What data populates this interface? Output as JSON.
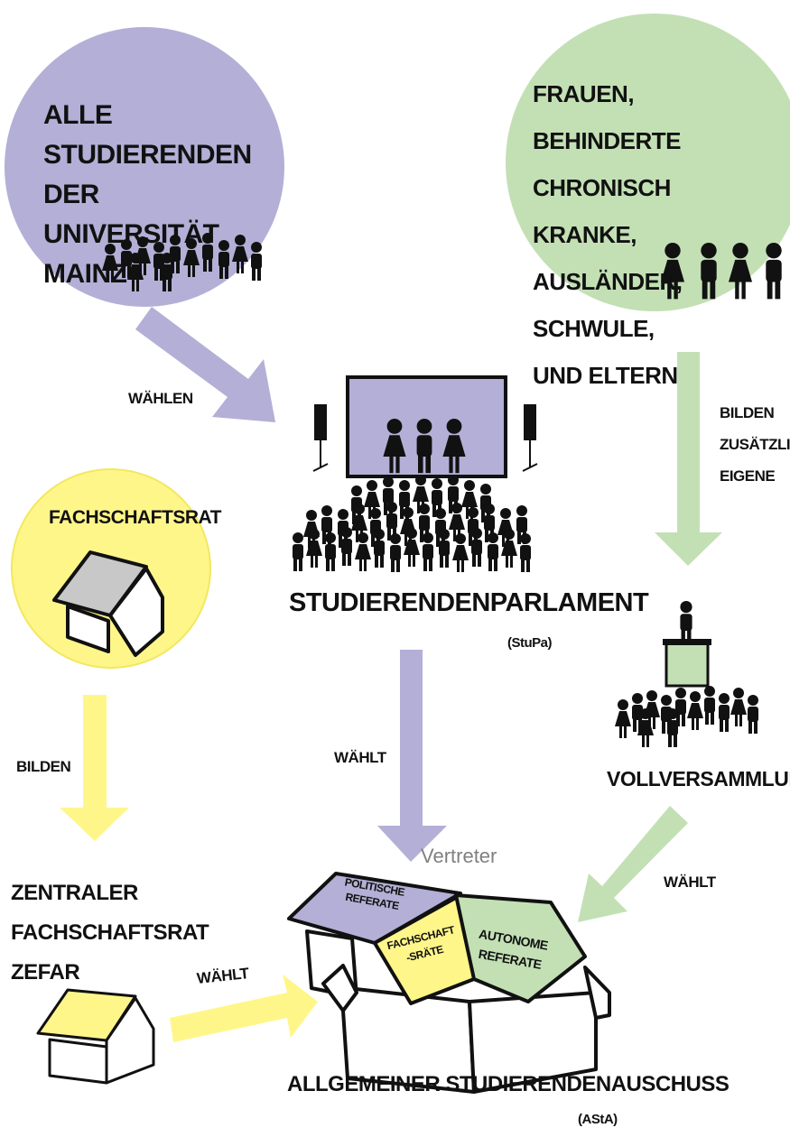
{
  "circles": {
    "students": {
      "lines": [
        "Alle Studierenden",
        "der Universität",
        "Mainz"
      ],
      "color": "#b3afd6"
    },
    "groups": {
      "lines": [
        "Frauen, Behinderte",
        "chronisch Kranke,",
        "Ausländer, Schwule,",
        "und Eltern"
      ],
      "color": "#c3e0b5"
    },
    "fachschaftsrat": {
      "title": "Fachschaftsrat",
      "color": "#fff68a"
    }
  },
  "arrows": {
    "waehlen": "wählen",
    "bilden_zusaetzlich": [
      "bilden",
      "zusätzlich",
      "eigene"
    ],
    "bilden": "bilden",
    "waehlt_stupa": "wählt",
    "waehlt_vollversammlung": "wählt",
    "waehlt_zefar": "wählt",
    "vertreter": "Vertreter"
  },
  "nodes": {
    "stupa": {
      "title": "Studierendenparlament",
      "abbr": "(StuPa)"
    },
    "vollversammlung": {
      "title": "Vollversammlung"
    },
    "zefar": {
      "lines": [
        "Zentraler",
        "Fachschaftsrat",
        "ZeFaR"
      ]
    },
    "asta": {
      "title": "Allgemeiner Studierendenauschuss",
      "abbr": "(AStA)",
      "roof_left": [
        "Politische",
        "Referate"
      ],
      "roof_middle": [
        "Fachschaft",
        "-sräte"
      ],
      "roof_right": [
        "Autonome",
        "Referate"
      ]
    }
  },
  "colors": {
    "purple": "#b3afd6",
    "green": "#c3e0b5",
    "yellow": "#fff68a",
    "text": "#111111",
    "grey": "#808080"
  }
}
